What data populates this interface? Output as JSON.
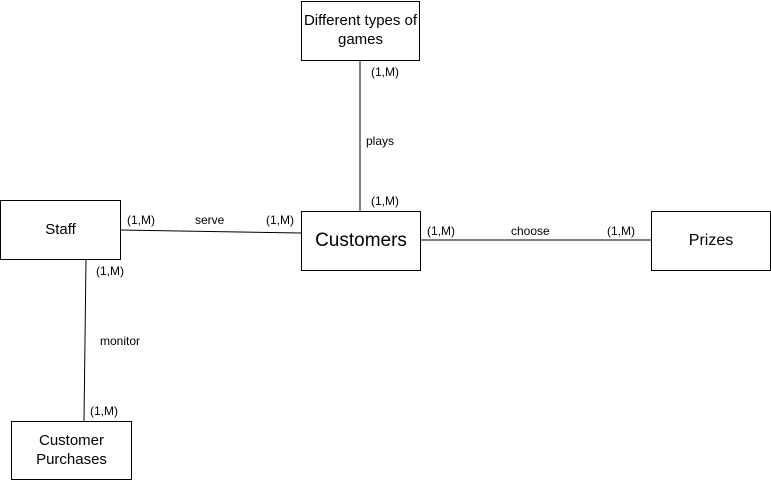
{
  "entities": {
    "games": "Different types of games",
    "staff": "Staff",
    "customers": "Customers",
    "prizes": "Prizes",
    "purchases": "Customer Purchases"
  },
  "relationships": {
    "plays": "plays",
    "serve": "serve",
    "choose": "choose",
    "monitor": "monitor"
  },
  "cardinalities": {
    "plays_games_end": "(1,M)",
    "plays_customers_end": "(1,M)",
    "serve_staff_end": "(1,M)",
    "serve_customers_end": "(1,M)",
    "choose_customers_end": "(1,M)",
    "choose_prizes_end": "(1,M)",
    "monitor_staff_end": "(1,M)",
    "monitor_purchases_end": "(1,M)"
  }
}
